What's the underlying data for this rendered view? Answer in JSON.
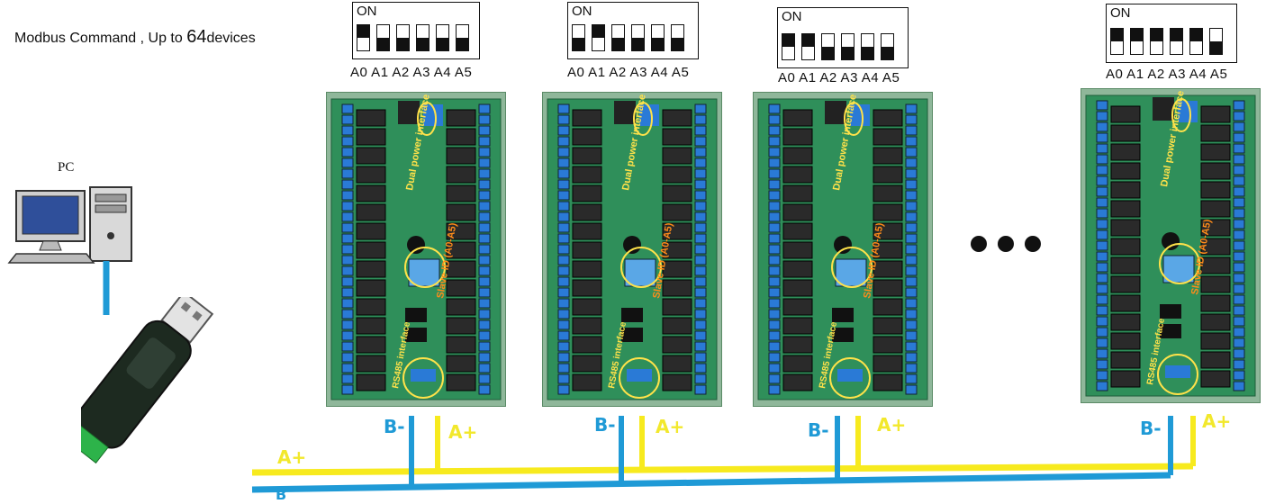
{
  "caption": {
    "prefix": "Modbus Command , Up to ",
    "count": "64",
    "suffix": "devices"
  },
  "pc": {
    "label": "PC"
  },
  "dip": {
    "on_label": "ON",
    "addresses": "A0 A1 A2 A3 A4 A5",
    "devices": [
      {
        "switches_on": [
          1,
          0,
          0,
          0,
          0,
          0
        ]
      },
      {
        "switches_on": [
          0,
          1,
          0,
          0,
          0,
          0
        ]
      },
      {
        "switches_on": [
          1,
          1,
          0,
          0,
          0,
          0
        ]
      },
      {
        "switches_on": [
          1,
          1,
          1,
          1,
          1,
          0
        ]
      }
    ]
  },
  "boards": {
    "label_dual_power": "Dual power interface",
    "label_slave_id": "Slave ID (A0-A5)",
    "label_rs485": "RS485 interface"
  },
  "wires": {
    "b_minus": "B-",
    "a_plus": "A+",
    "b": "B"
  },
  "colors": {
    "a_wire": "#f7ea1e",
    "b_wire": "#1f9ad6",
    "board_green": "#2f8f5a",
    "relay": "#2a2a2a"
  }
}
